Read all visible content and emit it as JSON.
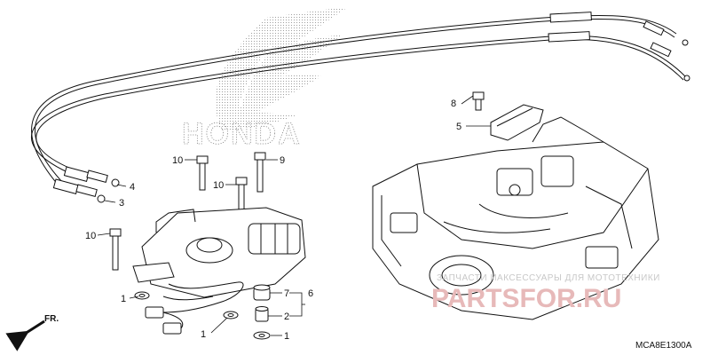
{
  "brand": {
    "wordmark": "HONDA"
  },
  "watermark": {
    "top_text": "ЗАПЧАСТИ ИАКСЕССУАРЫ ДЛЯ МОТОТЕХНИКИ",
    "main_text": "PARTSFOR.RU"
  },
  "direction": {
    "label": "FR."
  },
  "diagram_code": "MCA8E1300A",
  "callouts": [
    {
      "id": "8",
      "label": "8"
    },
    {
      "id": "5",
      "label": "5"
    },
    {
      "id": "4",
      "label": "4"
    },
    {
      "id": "3",
      "label": "3"
    },
    {
      "id": "10a",
      "label": "10"
    },
    {
      "id": "9",
      "label": "9"
    },
    {
      "id": "10b",
      "label": "10"
    },
    {
      "id": "10c",
      "label": "10"
    },
    {
      "id": "1a",
      "label": "1"
    },
    {
      "id": "7",
      "label": "7"
    },
    {
      "id": "6",
      "label": "6"
    },
    {
      "id": "2",
      "label": "2"
    },
    {
      "id": "1b",
      "label": "1"
    },
    {
      "id": "1c",
      "label": "1"
    }
  ],
  "colors": {
    "line": "#111111",
    "watermark": "#e7b9b9",
    "watermark_light": "#c8c8c8",
    "brand_stipple": "#888888"
  }
}
